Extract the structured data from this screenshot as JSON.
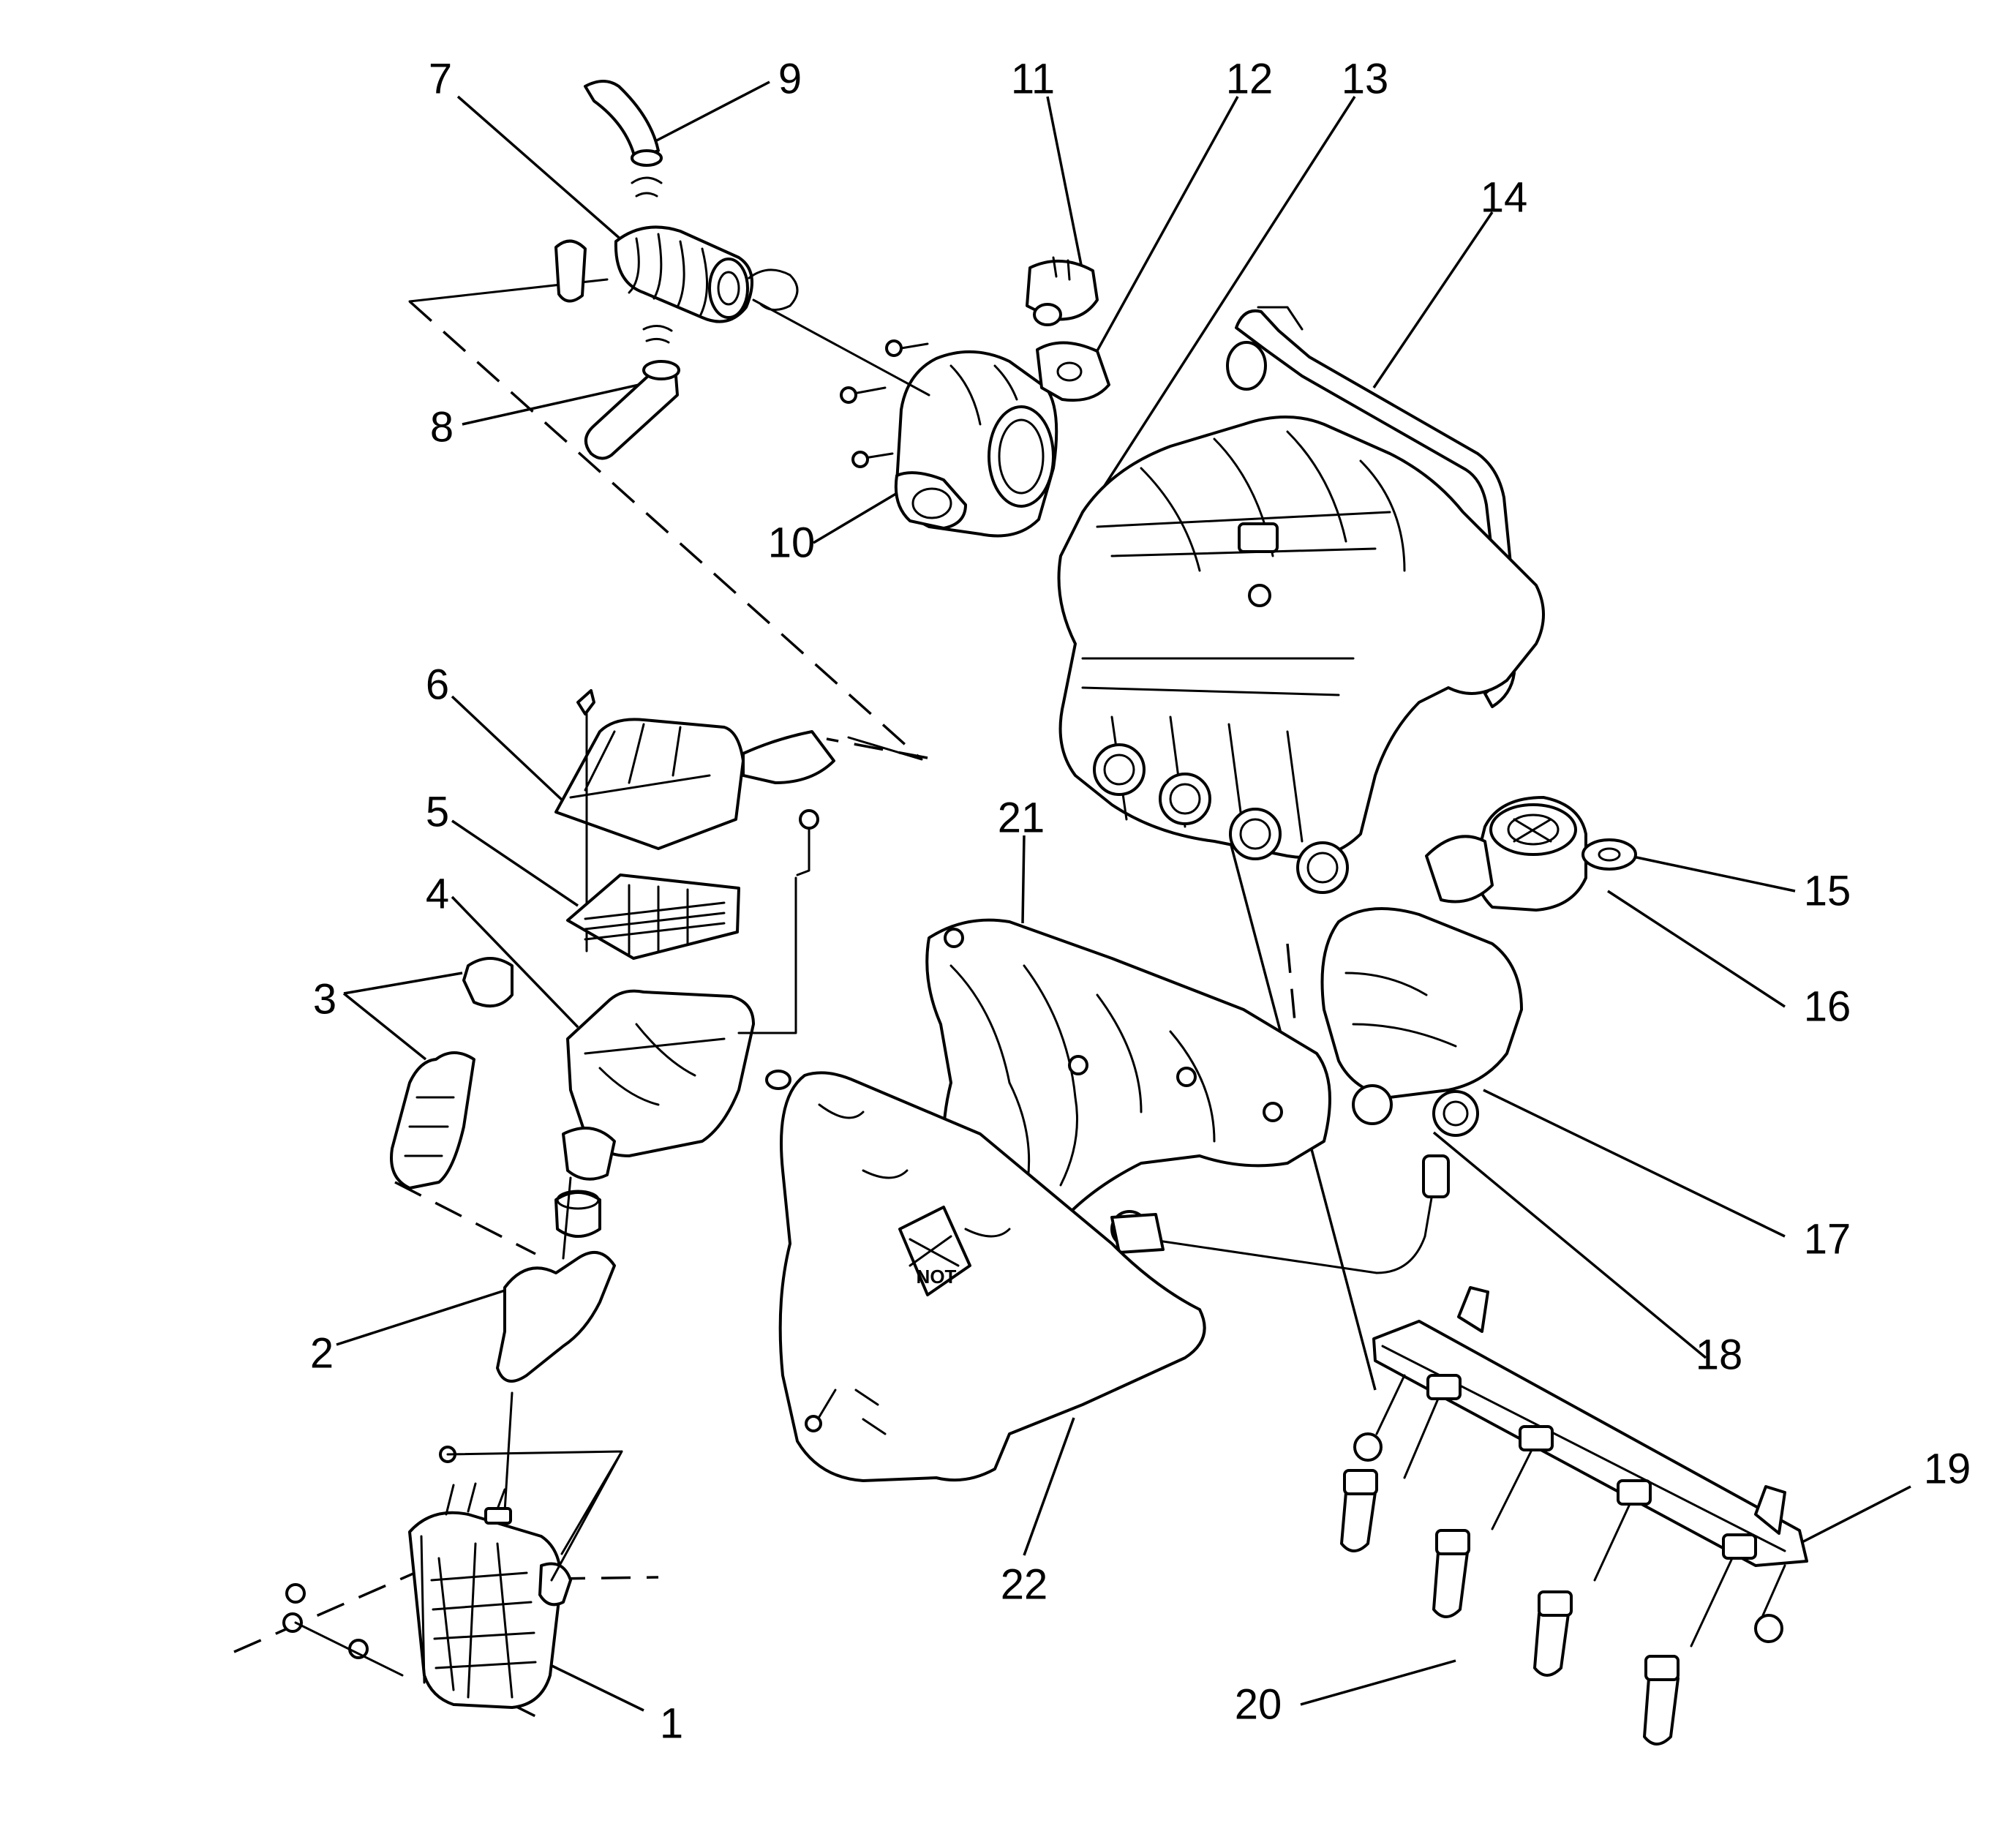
{
  "diagram": {
    "callouts": [
      "1",
      "2",
      "3",
      "4",
      "5",
      "6",
      "7",
      "8",
      "9",
      "10",
      "11",
      "12",
      "13",
      "14",
      "15",
      "16",
      "17",
      "18",
      "19",
      "20",
      "21",
      "22"
    ]
  },
  "heat_shield": {
    "stamp_text": "NOT"
  }
}
